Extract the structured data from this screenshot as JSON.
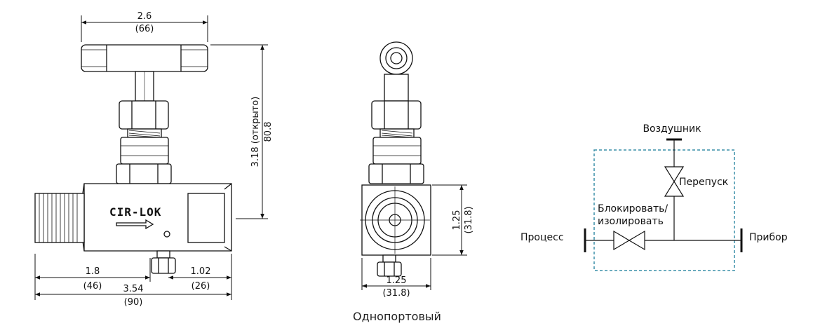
{
  "side_view": {
    "top_width_in": "2.6",
    "top_width_mm": "(66)",
    "height_label": "3.18 (открыто)",
    "height_mm": "80.8",
    "left_dim_in": "1.8",
    "left_dim_mm": "(46)",
    "right_dim_in": "1.02",
    "right_dim_mm": "(26)",
    "total_len_in": "3.54",
    "total_len_mm": "(90)",
    "brand": "CIR-LOK"
  },
  "end_view": {
    "height_in": "1.25",
    "height_mm": "(31.8)",
    "width_in": "1.25",
    "width_mm": "(31.8)",
    "caption": "Однопортовый"
  },
  "schematic": {
    "vent": "Воздушник",
    "bypass": "Перепуск",
    "block_line1": "Блокировать/",
    "block_line2": "изолировать",
    "process": "Процесс",
    "instrument": "Прибор",
    "border_color": "#3a8fa8"
  }
}
